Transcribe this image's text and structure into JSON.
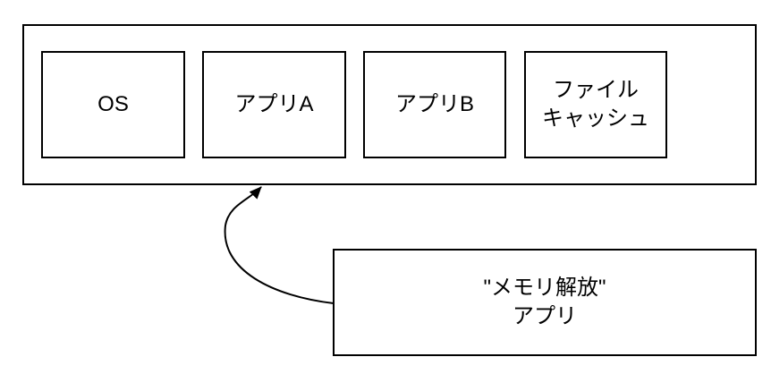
{
  "diagram": {
    "memory_bar": {
      "segments": [
        {
          "id": "os",
          "label": "OS"
        },
        {
          "id": "app-a",
          "label": "アプリA"
        },
        {
          "id": "app-b",
          "label": "アプリB"
        },
        {
          "id": "file-cache",
          "label": "ファイル\nキャッシュ"
        }
      ]
    },
    "release_app_box": {
      "label": "\"メモリ解放\"\nアプリ"
    },
    "arrow": {
      "from": "release-app-box",
      "to": "memory-bar-bottom-edge",
      "style": "curved"
    },
    "colors": {
      "stroke": "#000000",
      "background": "#ffffff",
      "text": "#000000"
    }
  }
}
